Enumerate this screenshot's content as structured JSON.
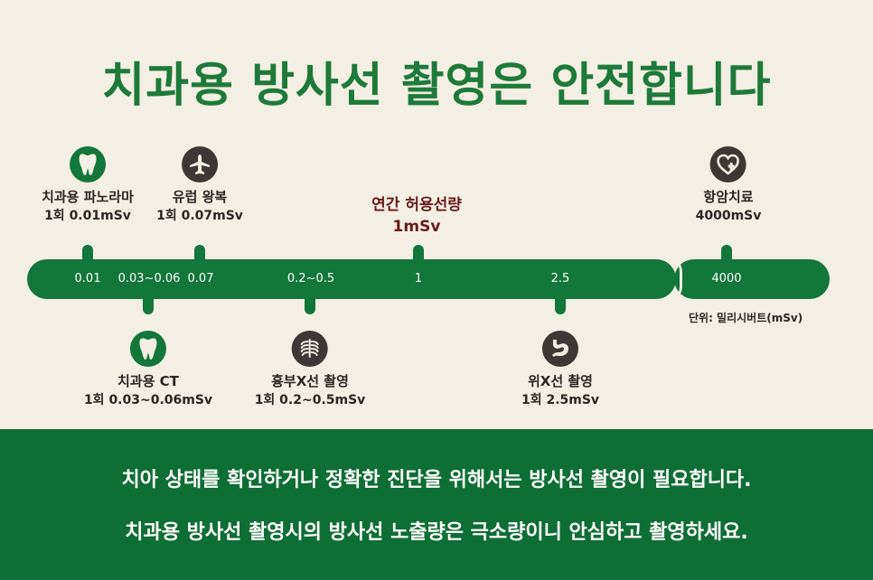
{
  "title": "치과용 방사선 촬영은 안전합니다",
  "colors": {
    "background": "#f3efe4",
    "primary_green": "#13763a",
    "title_green": "#1d7a3a",
    "dark_icon": "#3d3836",
    "annual_limit_text": "#6a1a1a",
    "footer_green": "#0f6e35"
  },
  "timeline": {
    "ticks": [
      "0.01",
      "0.03~0.06",
      "0.07",
      "0.2~0.5",
      "1",
      "2.5",
      "4000"
    ],
    "unit_note": "단위: 밀리시버트(mSv)"
  },
  "markers": {
    "panorama": {
      "icon": "tooth-icon",
      "name": "치과용 파노라마",
      "value": "1회 0.01mSv"
    },
    "flight": {
      "icon": "airplane-icon",
      "name": "유럽 왕복",
      "value": "1회 0.07mSv"
    },
    "annual": {
      "name": "연간 허용선량",
      "value": "1mSv"
    },
    "cancer": {
      "icon": "heart-cross-icon",
      "name": "항암치료",
      "value": "4000mSv"
    },
    "ct": {
      "icon": "tooth-icon",
      "name": "치과용 CT",
      "value": "1회 0.03~0.06mSv"
    },
    "chest": {
      "icon": "ribcage-icon",
      "name": "흉부X선 촬영",
      "value": "1회 0.2~0.5mSv"
    },
    "stomach": {
      "icon": "stomach-icon",
      "name": "위X선 촬영",
      "value": "1회 2.5mSv"
    }
  },
  "footer": {
    "line1": "치아 상태를 확인하거나 정확한 진단을 위해서는 방사선 촬영이 필요합니다.",
    "line2": "치과용 방사선 촬영시의 방사선 노출량은 극소량이니 안심하고 촬영하세요."
  }
}
